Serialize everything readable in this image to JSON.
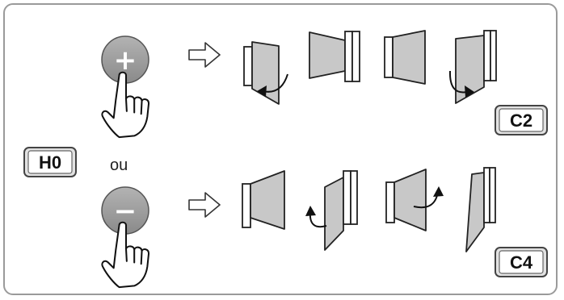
{
  "labels": {
    "h0": "H0",
    "c2": "C2",
    "c4": "C4",
    "ou": "ou"
  },
  "buttons": {
    "plus_symbol": "+",
    "minus_symbol": "−"
  },
  "icons": {
    "hand": "pointing-hand-icon",
    "arrow": "hollow-arrow-right-icon",
    "door": "door-leaf-icon",
    "rotation": "curved-arrow-icon"
  },
  "colors": {
    "button_fill": "#9b9b9b",
    "door_fill": "#c8c8c8",
    "frame_border": "#9a9a9a"
  }
}
